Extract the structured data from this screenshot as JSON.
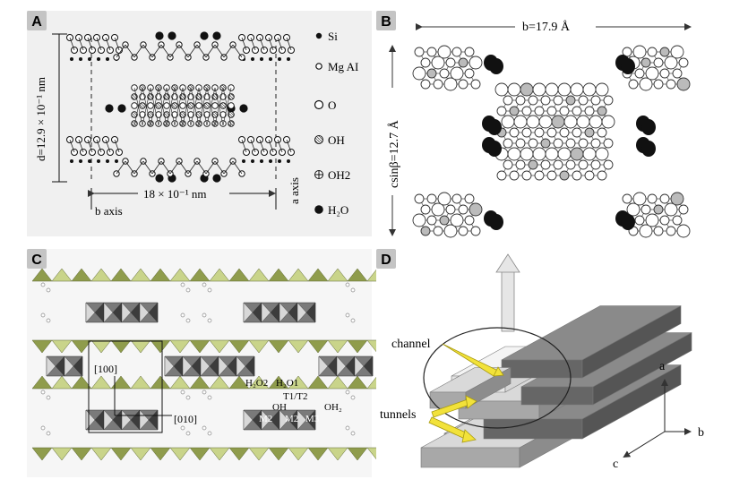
{
  "panels": {
    "a": {
      "letter": "A",
      "d_label": "d=12.9 × 10⁻¹ nm",
      "width_label": "18 × 10⁻¹ nm",
      "b_axis": "b axis",
      "a_axis": "a axis",
      "legend": [
        {
          "key": "si",
          "label": "Si"
        },
        {
          "key": "mgal",
          "label": "Mg AI"
        },
        {
          "key": "o",
          "label": "O"
        },
        {
          "key": "oh",
          "label": "OH"
        },
        {
          "key": "oh2",
          "label": "OH2"
        },
        {
          "key": "h2o",
          "label": "H₂O"
        }
      ]
    },
    "b": {
      "letter": "B",
      "b_label": "b=17.9 Å",
      "c_label": "csinβ=12.7 Å"
    },
    "c": {
      "letter": "C",
      "labels": {
        "dir100": "[100]",
        "dir010": "[010]",
        "h2o2": "H₂O2",
        "h2o1": "H₂O1",
        "t1t2": "T1/T2",
        "oh": "OH",
        "oh2": "OH₂",
        "m2a": "M2",
        "m2b": "M2",
        "m3": "M3"
      },
      "colors": {
        "tetra": "#c9d48a",
        "tetra_dark": "#8f9c4c",
        "octa": "#7a7a7a",
        "octa_light": "#d8d8d8"
      }
    },
    "d": {
      "letter": "D",
      "channel": "channel",
      "tunnels": "tunnels",
      "axis_a": "a",
      "axis_b": "b",
      "axis_c": "c"
    }
  },
  "colors": {
    "badge": "#c4c4c4",
    "panel_bg_a": "#efefef",
    "panel_bg_c": "#f6f6f6",
    "arrow_yellow": "#f2e23a"
  }
}
